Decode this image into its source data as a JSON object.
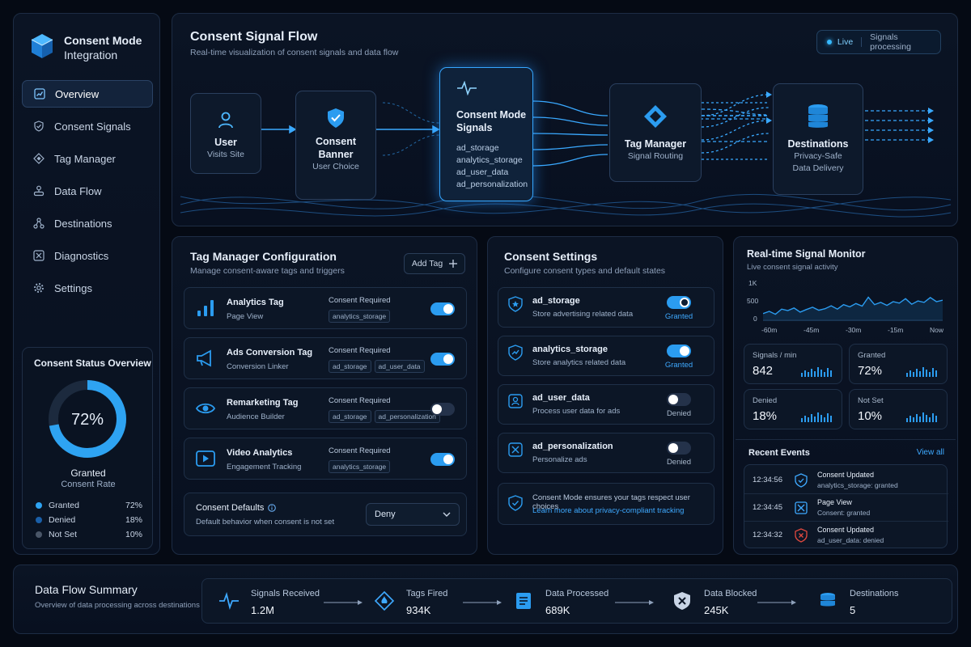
{
  "sidebar": {
    "title_line1": "Consent Mode",
    "title_line2": "Integration",
    "nav": [
      {
        "label": "Overview",
        "icon": "chart-box-icon"
      },
      {
        "label": "Consent Signals",
        "icon": "shield-icon"
      },
      {
        "label": "Tag Manager",
        "icon": "diamond-icon"
      },
      {
        "label": "Data Flow",
        "icon": "flow-icon"
      },
      {
        "label": "Destinations",
        "icon": "nodes-icon"
      },
      {
        "label": "Diagnostics",
        "icon": "diagnostics-icon"
      },
      {
        "label": "Settings",
        "icon": "gear-icon"
      }
    ],
    "status": {
      "title": "Consent Status Overview",
      "percent": "72%",
      "percent_value": 72,
      "label": "Granted",
      "sublabel": "Consent Rate",
      "legend": [
        {
          "label": "Granted",
          "value": "72%",
          "color": "#2ea3f2"
        },
        {
          "label": "Denied",
          "value": "18%",
          "color": "#1a5fa8"
        },
        {
          "label": "Not Set",
          "value": "10%",
          "color": "#4a5668"
        }
      ]
    }
  },
  "flow": {
    "title": "Consent Signal Flow",
    "subtitle": "Real-time visualization of consent signals and data flow",
    "live": "Live",
    "live_status": "Signals processing",
    "nodes": {
      "user": {
        "title": "User",
        "sub": "Visits Site"
      },
      "banner": {
        "title1": "Consent",
        "title2": "Banner",
        "sub": "User Choice"
      },
      "signals": {
        "title1": "Consent Mode",
        "title2": "Signals",
        "items": [
          "ad_storage",
          "analytics_storage",
          "ad_user_data",
          "ad_personalization"
        ]
      },
      "tagmanager": {
        "title": "Tag Manager",
        "sub": "Signal Routing"
      },
      "destinations": {
        "title": "Destinations",
        "sub1": "Privacy-Safe",
        "sub2": "Data Delivery"
      }
    }
  },
  "tags": {
    "title": "Tag Manager Configuration",
    "subtitle": "Manage consent-aware tags and triggers",
    "add_label": "Add Tag",
    "consent_required_label": "Consent Required",
    "rows": [
      {
        "name": "Analytics Tag",
        "sub": "Page View",
        "chips": [
          "analytics_storage"
        ],
        "on": true
      },
      {
        "name": "Ads Conversion Tag",
        "sub": "Conversion Linker",
        "chips": [
          "ad_storage",
          "ad_user_data"
        ],
        "on": true
      },
      {
        "name": "Remarketing Tag",
        "sub": "Audience Builder",
        "chips": [
          "ad_storage",
          "ad_personalization"
        ],
        "on": false
      },
      {
        "name": "Video Analytics",
        "sub": "Engagement Tracking",
        "chips": [
          "analytics_storage"
        ],
        "on": true
      }
    ],
    "defaults": {
      "title": "Consent Defaults",
      "sub": "Default behavior when consent is not set",
      "value": "Deny"
    }
  },
  "settings": {
    "title": "Consent Settings",
    "subtitle": "Configure consent types and default states",
    "rows": [
      {
        "name": "ad_storage",
        "sub": "Store advertising related data",
        "state": "Granted",
        "on": true
      },
      {
        "name": "analytics_storage",
        "sub": "Store analytics related data",
        "state": "Granted",
        "on": true
      },
      {
        "name": "ad_user_data",
        "sub": "Process user data for ads",
        "state": "Denied",
        "on": false
      },
      {
        "name": "ad_personalization",
        "sub": "Personalize ads",
        "state": "Denied",
        "on": false
      }
    ],
    "info_text": "Consent Mode ensures your tags respect user choices",
    "info_link": "Learn more about privacy-compliant tracking"
  },
  "monitor": {
    "title": "Real-time Signal Monitor",
    "subtitle": "Live consent signal activity",
    "y_labels": [
      "1K",
      "500",
      "0"
    ],
    "x_labels": [
      "-60m",
      "-45m",
      "-30m",
      "-15m",
      "Now"
    ],
    "series": [
      180,
      240,
      160,
      300,
      260,
      330,
      220,
      290,
      350,
      270,
      310,
      390,
      300,
      420,
      360,
      450,
      380,
      620,
      420,
      480,
      400,
      500,
      460,
      580,
      430,
      520,
      480,
      610,
      500,
      540
    ],
    "metrics": [
      {
        "label": "Signals / min",
        "value": "842"
      },
      {
        "label": "Granted",
        "value": "72%"
      },
      {
        "label": "Denied",
        "value": "18%"
      },
      {
        "label": "Not Set",
        "value": "10%"
      }
    ],
    "events_title": "Recent Events",
    "view_all": "View all",
    "events": [
      {
        "time": "12:34:56",
        "title": "Consent Updated",
        "detail": "analytics_storage: granted",
        "icon": "shield-check-icon",
        "color": "#3ea9ff"
      },
      {
        "time": "12:34:45",
        "title": "Page View",
        "detail": "Consent: granted",
        "icon": "page-view-icon",
        "color": "#3ea9ff"
      },
      {
        "time": "12:34:32",
        "title": "Consent Updated",
        "detail": "ad_user_data: denied",
        "icon": "shield-x-icon",
        "color": "#e0493f"
      }
    ]
  },
  "summary": {
    "title": "Data Flow Summary",
    "subtitle": "Overview of data processing across destinations",
    "items": [
      {
        "label": "Signals Received",
        "value": "1.2M",
        "icon": "pulse-icon"
      },
      {
        "label": "Tags Fired",
        "value": "934K",
        "icon": "tag-fire-icon"
      },
      {
        "label": "Data Processed",
        "value": "689K",
        "icon": "document-icon"
      },
      {
        "label": "Data Blocked",
        "value": "245K",
        "icon": "shield-block-icon"
      },
      {
        "label": "Destinations",
        "value": "5",
        "icon": "database-icon"
      }
    ]
  }
}
